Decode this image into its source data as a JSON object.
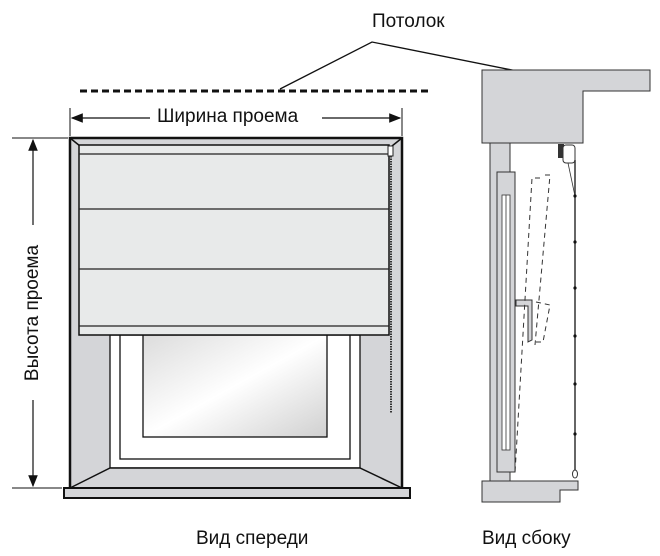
{
  "labels": {
    "ceiling": "Потолок",
    "opening_width": "Ширина проема",
    "opening_height": "Высота проема",
    "front_view": "Вид спереди",
    "side_view": "Вид сбоку"
  },
  "colors": {
    "wall": "#d4d5d8",
    "blind": "#e8eaea",
    "line": "#222222"
  }
}
